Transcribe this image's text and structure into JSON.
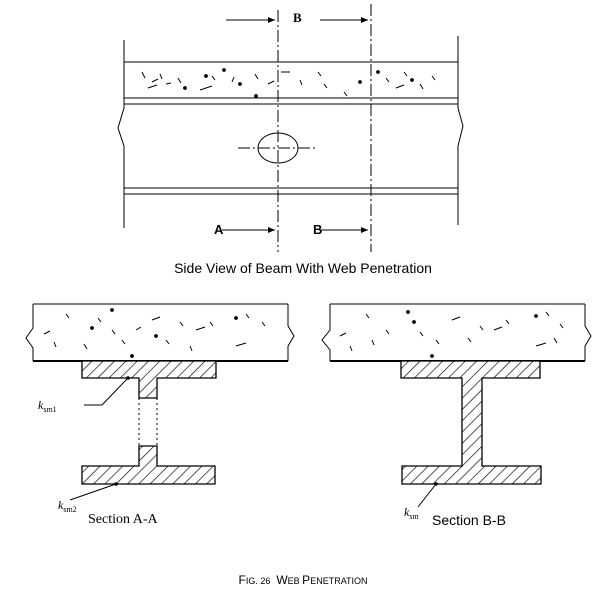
{
  "labels": {
    "section_b_top": "B",
    "section_a_arrow": "A",
    "section_b_arrow": "B",
    "side_view_caption": "Side View of Beam With Web Penetration",
    "ksm1_k": "k",
    "ksm1_sub": "sm1",
    "ksm2_k": "k",
    "ksm2_sub": "sm2",
    "ksm_k": "k",
    "ksm_sub": "sm",
    "section_aa": "Section A-A",
    "section_bb": "Section B-B"
  },
  "figure_caption": {
    "prefix_f": "F",
    "prefix_rest": "IG. 26",
    "title_w": "W",
    "title_eb": "EB ",
    "title_p": "P",
    "title_enetration": "ENETRATION"
  },
  "colors": {
    "line": "#000000",
    "background": "#ffffff"
  }
}
